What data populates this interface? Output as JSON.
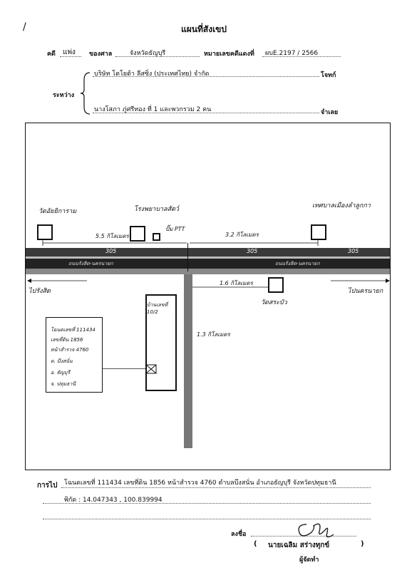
{
  "header": {
    "page_mark": "/",
    "title": "แผนที่สังเขป",
    "case_label": "คดี",
    "case_type": "แพ่ง",
    "court_label": "ของศาล",
    "court_name": "จังหวัดธัญบุรี",
    "case_no_label": "หมายเลขคดีแดงที่",
    "case_no": "ผบE.2197 / 2566",
    "between_label": "ระหว่าง",
    "plaintiff": "บริษัท โตโยต้า ลีสซิ่ง (ประเทศไทย) จำกัด",
    "plaintiff_role": "โจทก์",
    "defendant": "นางโสภา ภู่ศรีทอง ที่ 1 และพวกรวม 2 คน",
    "defendant_role": "จำเลย"
  },
  "map": {
    "landmarks": {
      "temple_top_left": "วัดอัยยิการาม",
      "school": "โรงพยาบาลสัตว์",
      "ptt": "ปั๊ม PTT",
      "municipality": "เทศบาลเมืองลำลูกกา",
      "temple_bottom": "วัดสระบัว",
      "target_plot": "บ้านเลขที่ 10/2"
    },
    "distances": {
      "left_top": "5.5 กิโลเมตร",
      "right_top": "3.2 กิโลเมตร",
      "below_road": "1.6 กิโลเมตร",
      "soi": "1.3 กิโลเมตร"
    },
    "road": {
      "km_left": "305",
      "km_mid": "305",
      "km_right": "305",
      "name_left": "ถนนรังสิต-นครนายก",
      "name_right": "ถนนรังสิต-นครนายก",
      "to_left": "ไปรังสิต",
      "to_right": "ไปนครนายก"
    },
    "legend": {
      "line1": "โฉนดเลขที่ 111434",
      "line2": "เลขที่ดิน 1856",
      "line3": "หน้าสำรวจ 4760",
      "line4": "ต. บึงสนั่น",
      "line5": "อ. ธัญบุรี",
      "line6": "จ. ปทุมธานี"
    }
  },
  "footer": {
    "dest_label": "การไป",
    "dest_text": "โฉนดเลขที่ 111434 เลขที่ดิน 1856 หน้าสำรวจ 4760 ตำบลบึงสนั่น อำเภอธัญบุรี จังหวัดปทุมธานี",
    "coords": "พิกัด : 14.047343 , 100.839994",
    "sign_label": "ลงชื่อ",
    "signer": "นายเฉลิม  สร่างทุกข์",
    "signer_role": "ผู้จัดทำ"
  }
}
